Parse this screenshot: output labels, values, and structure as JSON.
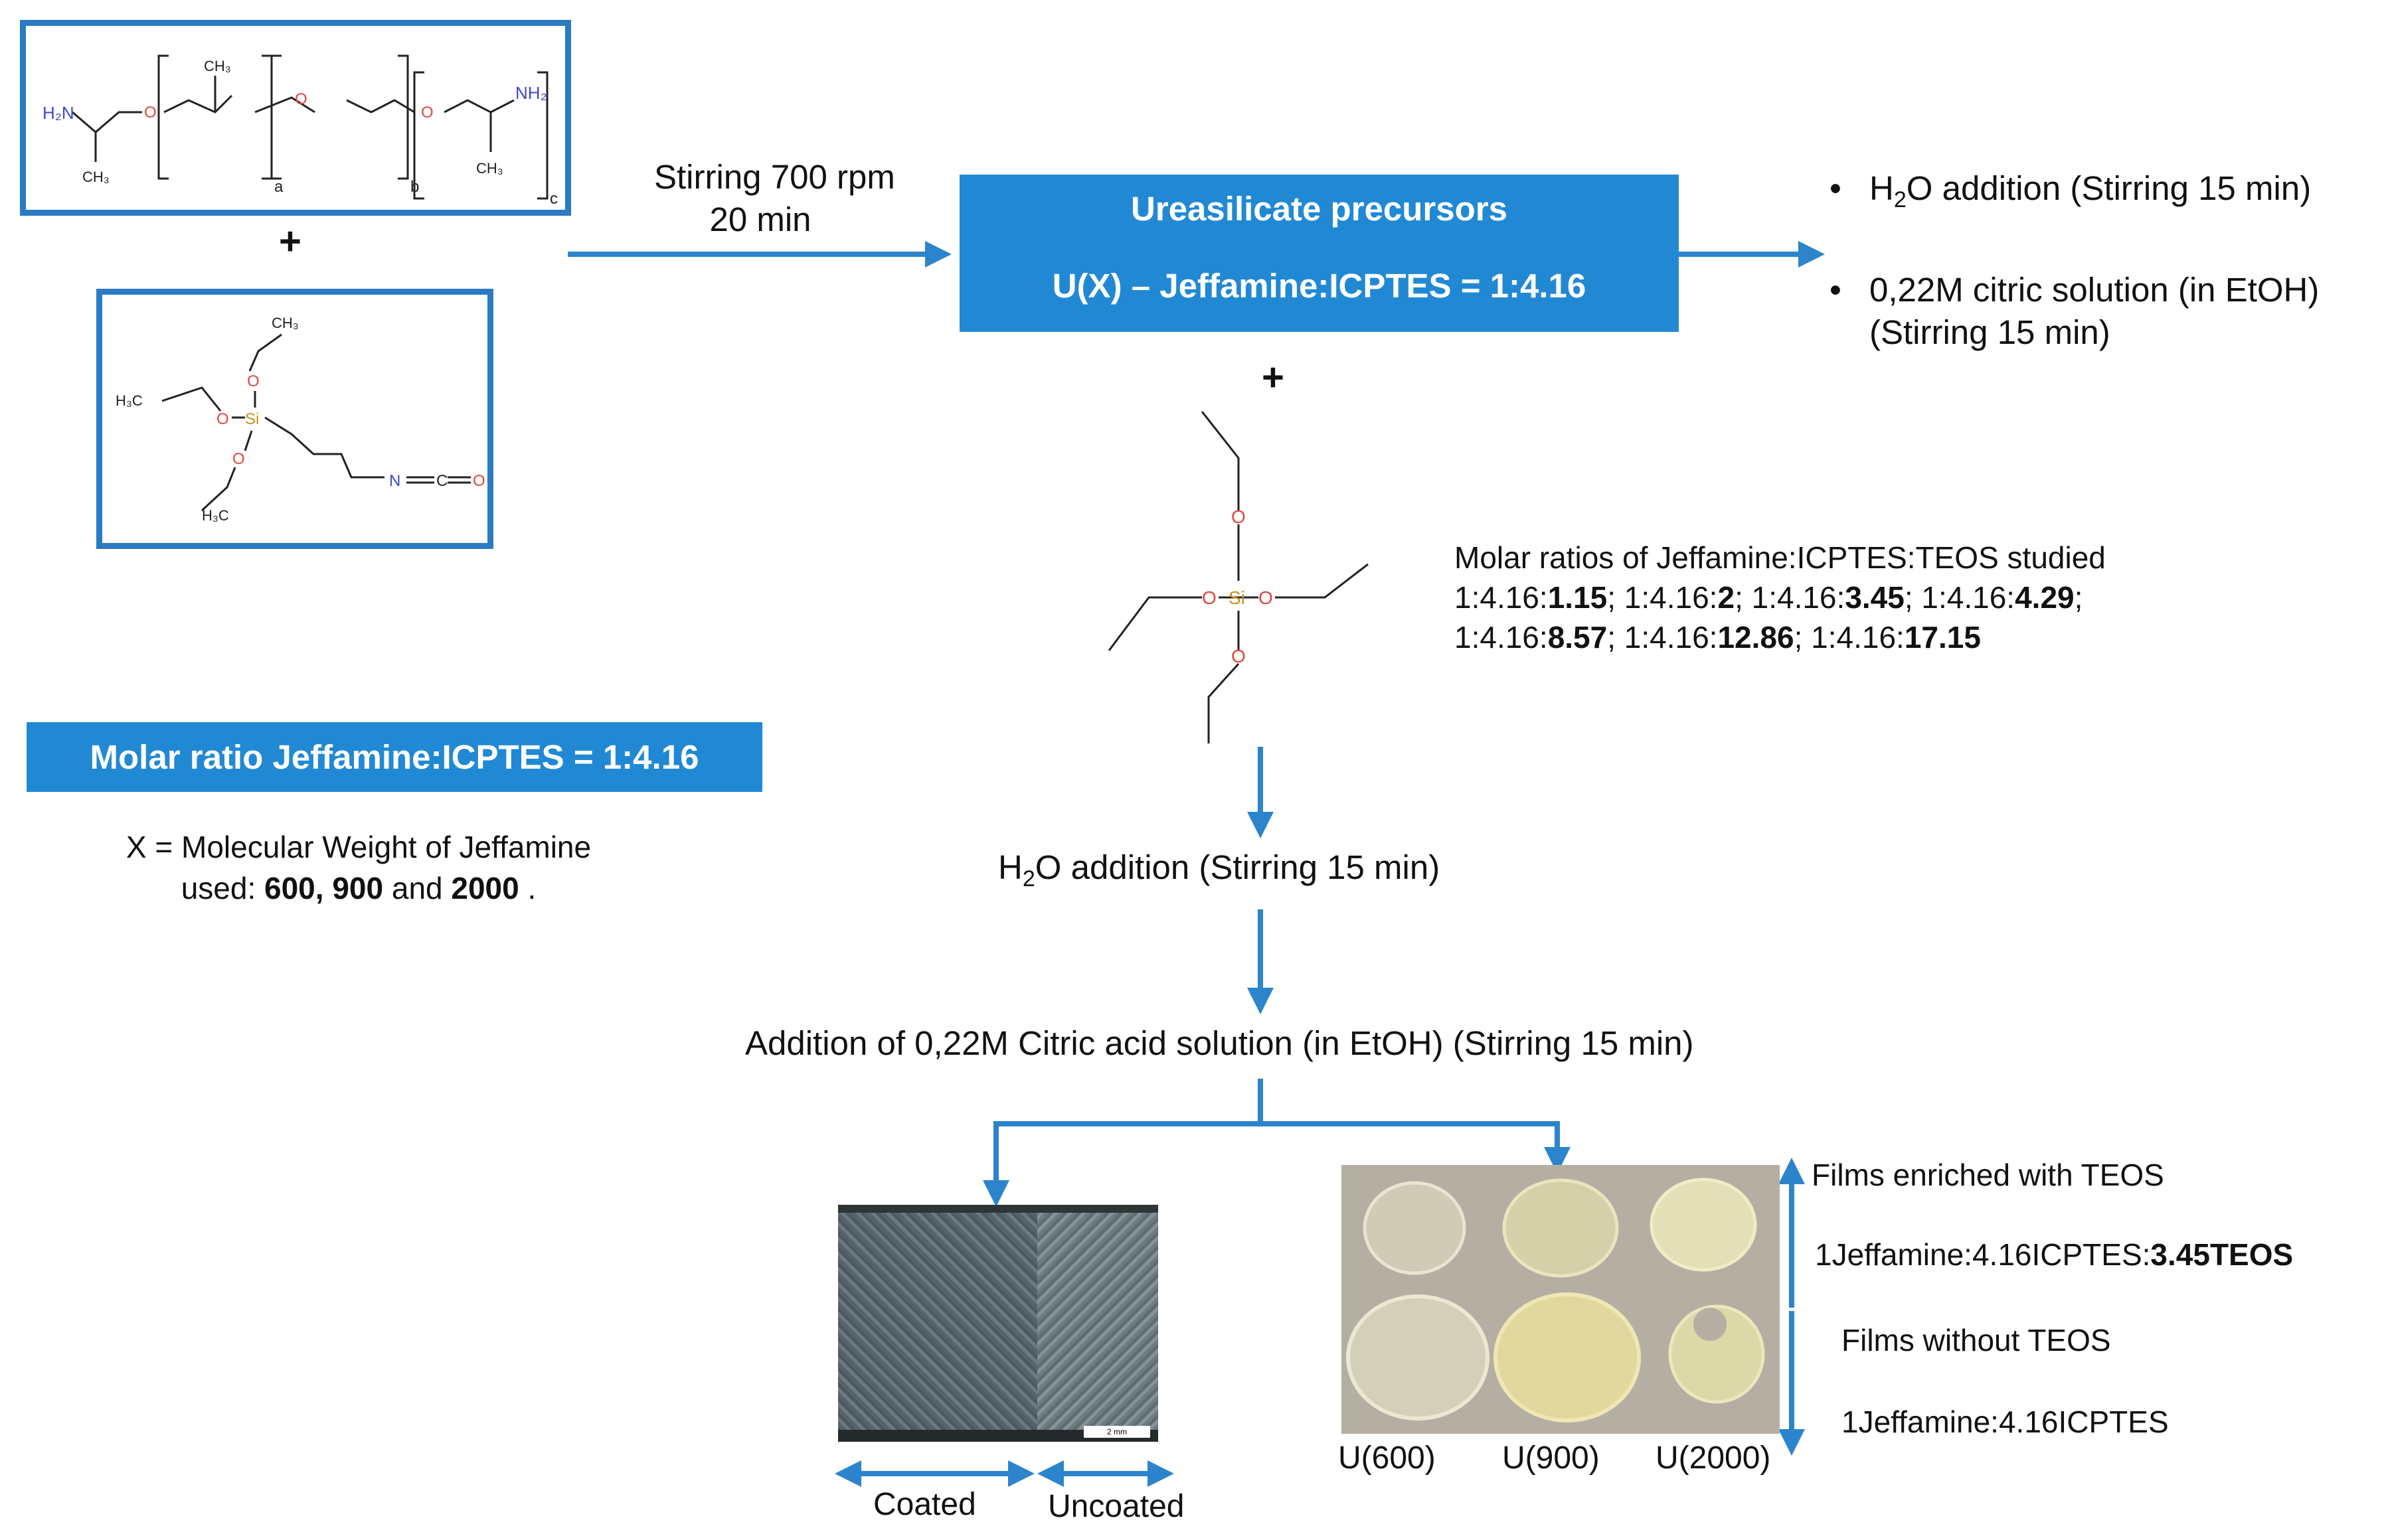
{
  "precursor_box": {
    "title": "Ureasilicate precursors",
    "subtitle": "U(X) – Jeffamine:ICPTES = 1:4.16"
  },
  "stirring": {
    "line1": "Stirring 700 rpm",
    "line2": "20 min"
  },
  "plus_sign": "+",
  "right_bullets": {
    "item1_pre": "H",
    "item1_sub": "2",
    "item1_post": "O addition  (Stirring 15 min)",
    "item2_line1": "0,22M citric solution  (in EtOH)",
    "item2_line2": "(Stirring 15 min)"
  },
  "molar_ratios": {
    "heading": "Molar ratios of Jeffamine:ICPTES:TEOS studied",
    "row1": [
      {
        "prefix": "1:4.16:",
        "bold": "1.15",
        "sep": "; "
      },
      {
        "prefix": "1:4.16:",
        "bold": "2",
        "sep": "; "
      },
      {
        "prefix": "1:4.16:",
        "bold": "3.45",
        "sep": "; "
      },
      {
        "prefix": "1:4.16:",
        "bold": "4.29",
        "sep": ";"
      }
    ],
    "row2": [
      {
        "prefix": "1:4.16:",
        "bold": "8.57",
        "sep": "; "
      },
      {
        "prefix": "1:4.16:",
        "bold": "12.86",
        "sep": "; "
      },
      {
        "prefix": "1:4.16:",
        "bold": "17.15",
        "sep": ""
      }
    ]
  },
  "molar_box": {
    "label": "Molar ratio Jeffamine:ICPTES = 1:4.16"
  },
  "x_note": {
    "line1": "X = Molecular Weight of Jeffamine",
    "line2_pre": "used: ",
    "v1": "600,",
    "v2": "900",
    "and": " and ",
    "v3": "2000",
    "tail": " ."
  },
  "water_step": {
    "pre": "H",
    "sub": "2",
    "post": "O addition  (Stirring 15 min)"
  },
  "citric_step": {
    "label": "Addition  of 0,22M Citric acid solution  (in EtOH) (Stirring 15 min)"
  },
  "coating": {
    "coated": "Coated",
    "uncoated": "Uncoated",
    "scale": "2 mm"
  },
  "films": {
    "enriched_label": "Films  enriched with TEOS",
    "enriched_ratio_pre": "1Jeffamine:4.16ICPTES:",
    "enriched_ratio_bold": "3.45TEOS",
    "without_label": "Films without TEOS",
    "without_ratio": "1Jeffamine:4.16ICPTES",
    "labels": [
      "U(600)",
      "U(900)",
      "U(2000)"
    ]
  },
  "chem_labels": {
    "jeffamine": {
      "h2n": "H₂N",
      "ch3": "CH₃",
      "h3c": "CH₃",
      "o": "O",
      "nh2": "NH₂",
      "a": "a",
      "b": "b",
      "c": "c"
    },
    "icptes": {
      "ch3": "CH₃",
      "h3c": "H₃C",
      "o": "O",
      "si": "Si",
      "n": "N",
      "c": "C"
    },
    "teos": {
      "o": "O",
      "si": "Si"
    }
  },
  "colors": {
    "accent": "#2189d4",
    "frame": "#2b7bc4",
    "arrow": "#2b84cc",
    "atom_o": "#e0463c",
    "atom_n": "#3b48c8",
    "atom_si": "#c8921e"
  }
}
